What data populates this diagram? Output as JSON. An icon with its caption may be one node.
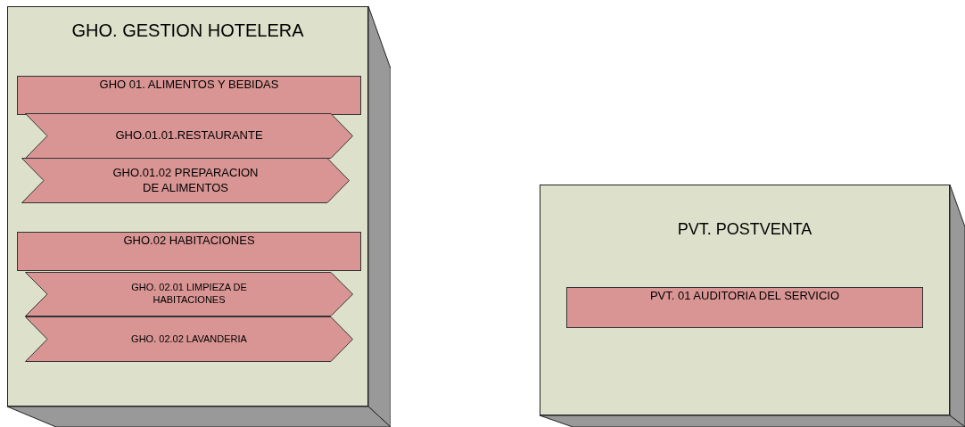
{
  "diagram": {
    "nodes": [
      {
        "text": [
          "GHO. GESTION HOTELERA"
        ]
      },
      {
        "text": [
          "GHO 01. ALIMENTOS Y BEBIDAS"
        ],
        "in": 0
      },
      {
        "text": [
          "GHO.01.01.RESTAURANTE"
        ],
        "in": 0
      },
      {
        "text": [
          "GHO.01.02 PREPARACION DE ALIMENTOS"
        ],
        "in": 0
      },
      {
        "text": [
          "GHO.02 HABITACIONES"
        ],
        "in": 0
      },
      {
        "text": [
          "GHO. 02.01 LIMPIEZA DE HABITACIONES"
        ],
        "in": 0
      },
      {
        "text": [
          "GHO. 02.02 LAVANDERIA"
        ],
        "in": 0
      },
      {
        "text": [
          "PVT. POSTVENTA"
        ]
      },
      {
        "text": [
          "PVT. 01 AUDITORIA DEL SERVICIO"
        ],
        "in": 7
      }
    ]
  }
}
